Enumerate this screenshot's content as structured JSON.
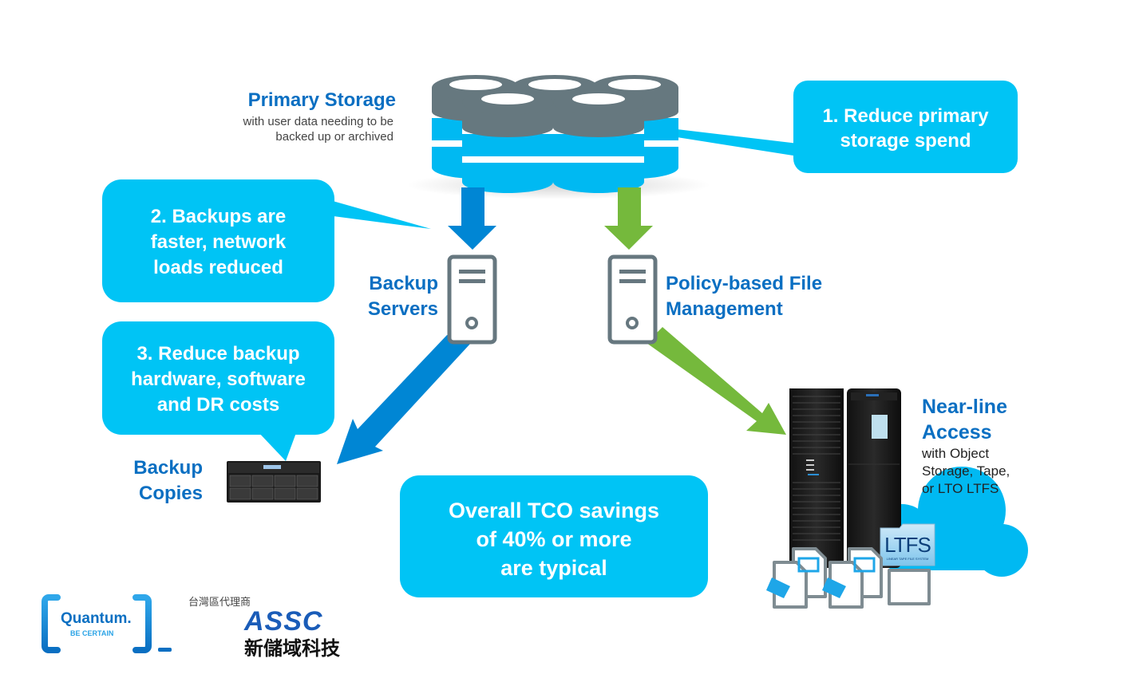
{
  "colors": {
    "bubble": "#00c4f5",
    "label_blue": "#0a6fc2",
    "backup_arrow": "#0086d4",
    "policy_arrow": "#75b93c",
    "server_gray": "#66777f",
    "disk_top": "#66787f",
    "disk_band": "#00b9f2"
  },
  "primary_storage": {
    "title": "Primary Storage",
    "subtitle_lines": [
      "with user data needing to be",
      "backed up or archived"
    ]
  },
  "callouts": [
    {
      "id": 1,
      "lines": [
        "1.  Reduce primary",
        "storage spend"
      ]
    },
    {
      "id": 2,
      "lines": [
        "2. Backups are",
        "faster, network",
        "loads reduced"
      ]
    },
    {
      "id": 3,
      "lines": [
        "3. Reduce backup",
        "hardware, software",
        "and DR costs"
      ]
    }
  ],
  "backup_servers": {
    "lines": [
      "Backup",
      "Servers"
    ]
  },
  "policy_management": {
    "lines": [
      "Policy-based File",
      "Management"
    ]
  },
  "backup_copies": {
    "lines": [
      "Backup",
      "Copies"
    ]
  },
  "nearline": {
    "title_lines": [
      "Near-line",
      "Access"
    ],
    "subtitle_lines": [
      "with Object",
      "Storage, Tape,",
      "or LTO LTFS"
    ],
    "ltfs_label": "LTFS",
    "ltfs_caption": "LINEAR TAPE FILE SYSTEM"
  },
  "summary": {
    "lines": [
      "Overall TCO savings",
      "of 40% or more",
      "are typical"
    ]
  },
  "logos": {
    "quantum_name": "Quantum.",
    "quantum_tagline": "BE CERTAIN",
    "distributor_label": "台灣區代理商",
    "assc_name": "ASSC",
    "assc_chinese": "新儲域科技"
  },
  "icons": {
    "primary_storage": "database-cluster-icon",
    "backup_server": "server-tower-icon",
    "policy_server": "server-tower-icon",
    "backup_copies": "disk-array-icon",
    "nearline": "tape-library-icon",
    "cloud": "cloud-icon",
    "files": "media-file-icon"
  }
}
